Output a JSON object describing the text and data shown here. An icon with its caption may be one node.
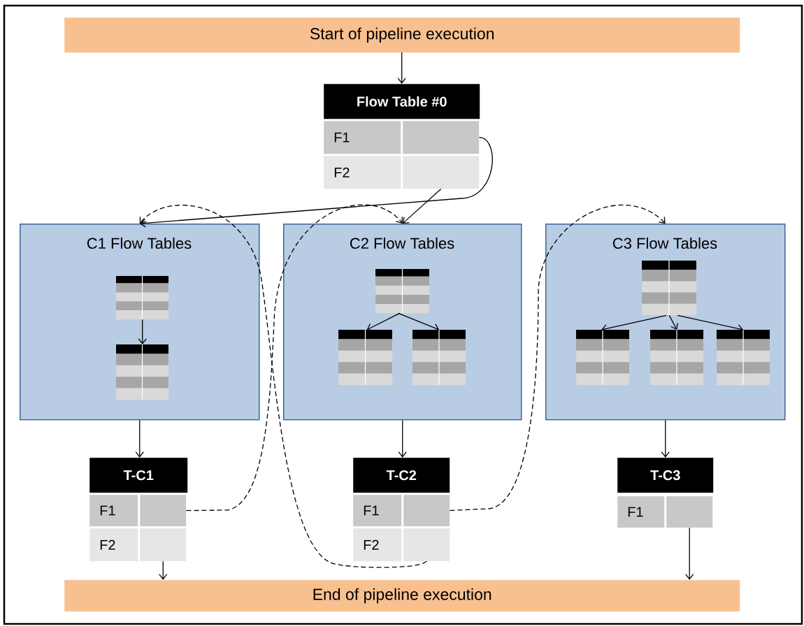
{
  "diagram": {
    "nodes": [
      {
        "text": [
          "Start of pipeline execution"
        ]
      },
      {
        "text": [
          "Flow Table #0"
        ]
      },
      {
        "text": [
          "F1"
        ]
      },
      {
        "text": [],
        "shape": "box"
      },
      {
        "text": [
          "F2"
        ]
      },
      {
        "text": [],
        "shape": "box"
      },
      {
        "text": [
          "C1 Flow Tables"
        ]
      },
      {
        "text": [],
        "shape": "table",
        "in": 6
      },
      {
        "text": [],
        "shape": "table",
        "in": 6
      },
      {
        "text": [
          "C2 Flow Tables"
        ]
      },
      {
        "text": [],
        "shape": "table",
        "in": 9
      },
      {
        "text": [],
        "shape": "table",
        "in": 9
      },
      {
        "text": [],
        "shape": "table",
        "in": 9
      },
      {
        "text": [
          "C3 Flow Tables"
        ]
      },
      {
        "text": [],
        "shape": "table",
        "in": 13
      },
      {
        "text": [],
        "shape": "table",
        "in": 13
      },
      {
        "text": [],
        "shape": "table",
        "in": 13
      },
      {
        "text": [],
        "shape": "table",
        "in": 13
      },
      {
        "text": [
          "T-C1"
        ]
      },
      {
        "text": [
          "F1"
        ]
      },
      {
        "text": [],
        "shape": "box"
      },
      {
        "text": [
          "F2"
        ]
      },
      {
        "text": [],
        "shape": "box"
      },
      {
        "text": [
          "T-C2"
        ]
      },
      {
        "text": [
          "F1"
        ]
      },
      {
        "text": [],
        "shape": "box"
      },
      {
        "text": [
          "F2"
        ]
      },
      {
        "text": [],
        "shape": "box"
      },
      {
        "text": [
          "T-C3"
        ]
      },
      {
        "text": [
          "F1"
        ]
      },
      {
        "text": [],
        "shape": "box"
      },
      {
        "text": [
          "End of pipeline execution"
        ]
      }
    ],
    "edges": [
      {
        "from": 0,
        "to": 1,
        "arrow": "to"
      },
      {
        "from": 3,
        "to": 6,
        "arrow": "to"
      },
      {
        "from": 5,
        "to": 9,
        "arrow": "to"
      },
      {
        "from": 7,
        "to": 8,
        "arrow": "to"
      },
      {
        "from": 10,
        "to": 11,
        "arrow": "to"
      },
      {
        "from": 10,
        "to": 12,
        "arrow": "to"
      },
      {
        "from": 14,
        "to": 15,
        "arrow": "to"
      },
      {
        "from": 14,
        "to": 16,
        "arrow": "to"
      },
      {
        "from": 14,
        "to": 17,
        "arrow": "to"
      },
      {
        "from": 6,
        "to": 18,
        "arrow": "to"
      },
      {
        "from": 9,
        "to": 23,
        "arrow": "to"
      },
      {
        "from": 13,
        "to": 28,
        "arrow": "to"
      },
      {
        "from": 20,
        "to": 9,
        "arrow": "to",
        "style": "dashed"
      },
      {
        "from": 27,
        "to": 6,
        "arrow": "to",
        "style": "dashed"
      },
      {
        "from": 25,
        "to": 13,
        "arrow": "to",
        "style": "dashed"
      },
      {
        "from": 22,
        "to": 31,
        "arrow": "to"
      },
      {
        "from": 30,
        "to": 31,
        "arrow": "to"
      }
    ]
  }
}
